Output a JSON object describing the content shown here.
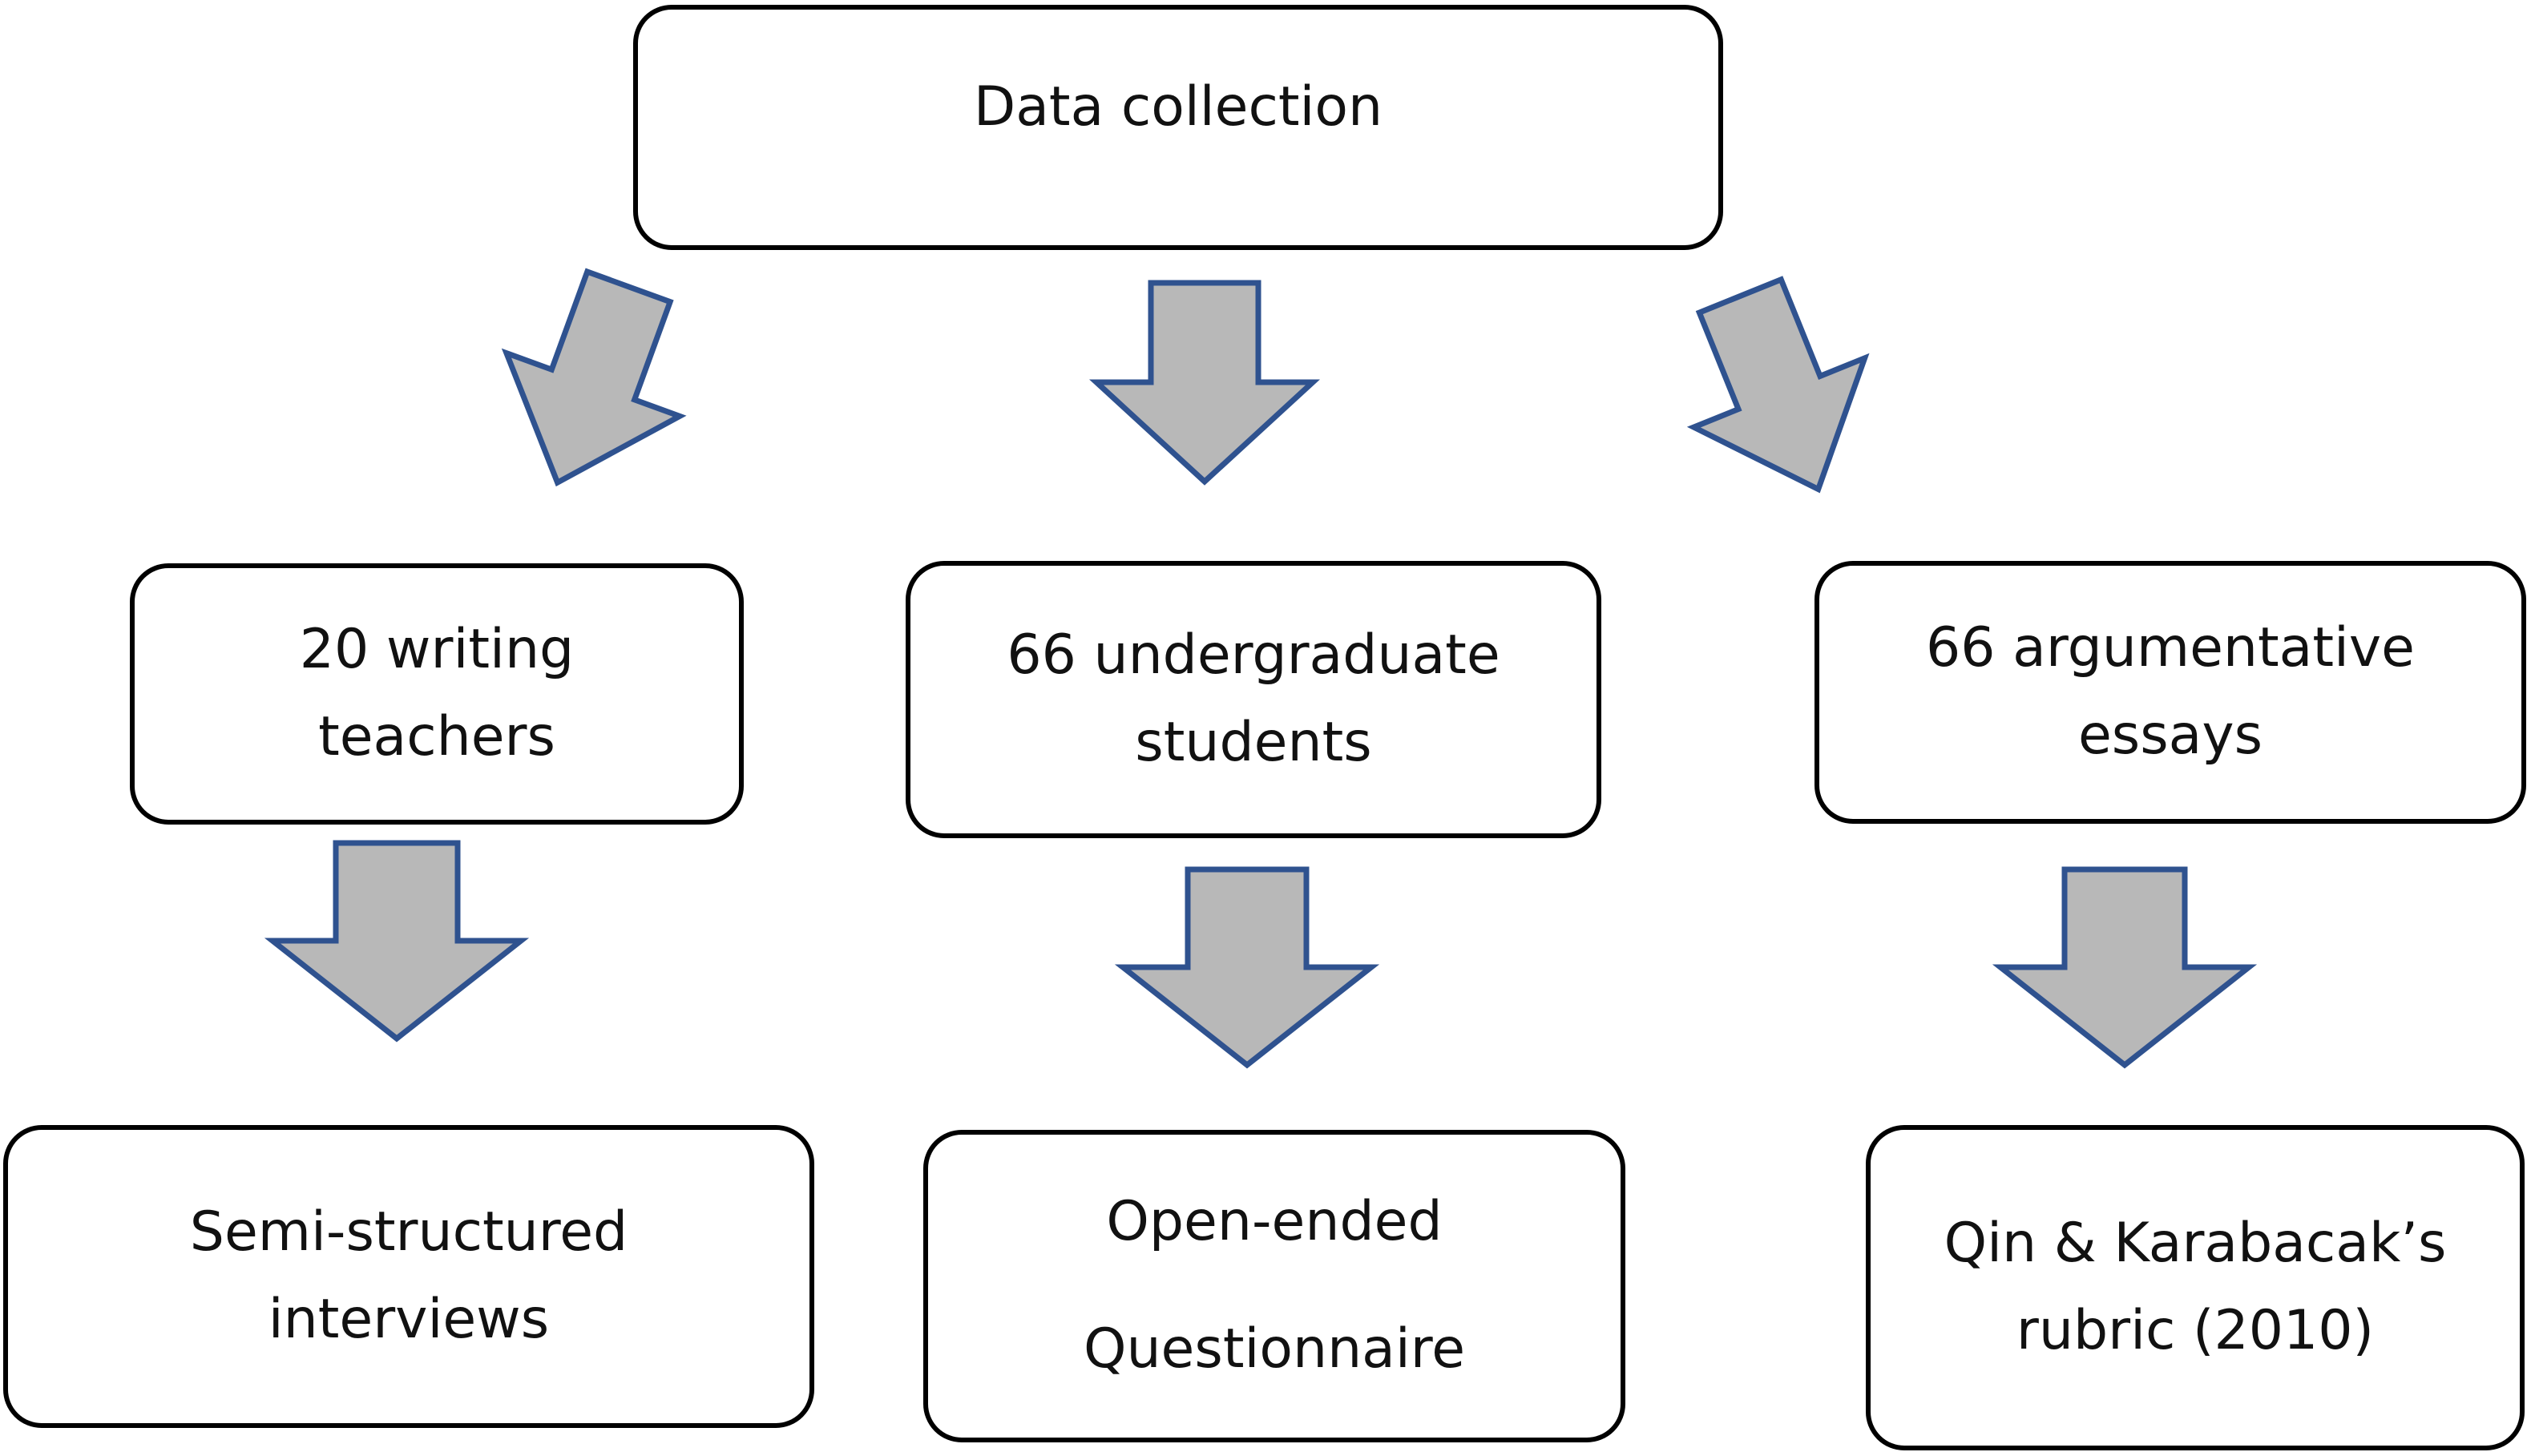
{
  "root": {
    "label": "Data collection"
  },
  "sources": [
    {
      "lines": [
        "20 writing",
        "teachers"
      ]
    },
    {
      "lines": [
        "66 undergraduate",
        "students"
      ]
    },
    {
      "lines": [
        "66 argumentative",
        "essays"
      ]
    }
  ],
  "methods": [
    {
      "lines": [
        "Semi-structured",
        "interviews"
      ]
    },
    {
      "lines": [
        "Open-ended",
        "Questionnaire"
      ]
    },
    {
      "lines": [
        "Qin & Karabacak’s",
        "rubric (2010)"
      ]
    }
  ],
  "colors": {
    "arrow_fill": "#b8b8b8",
    "arrow_stroke": "#2f528f",
    "box_border": "#000000"
  },
  "icons": {
    "arrow": "down-arrow-icon"
  }
}
